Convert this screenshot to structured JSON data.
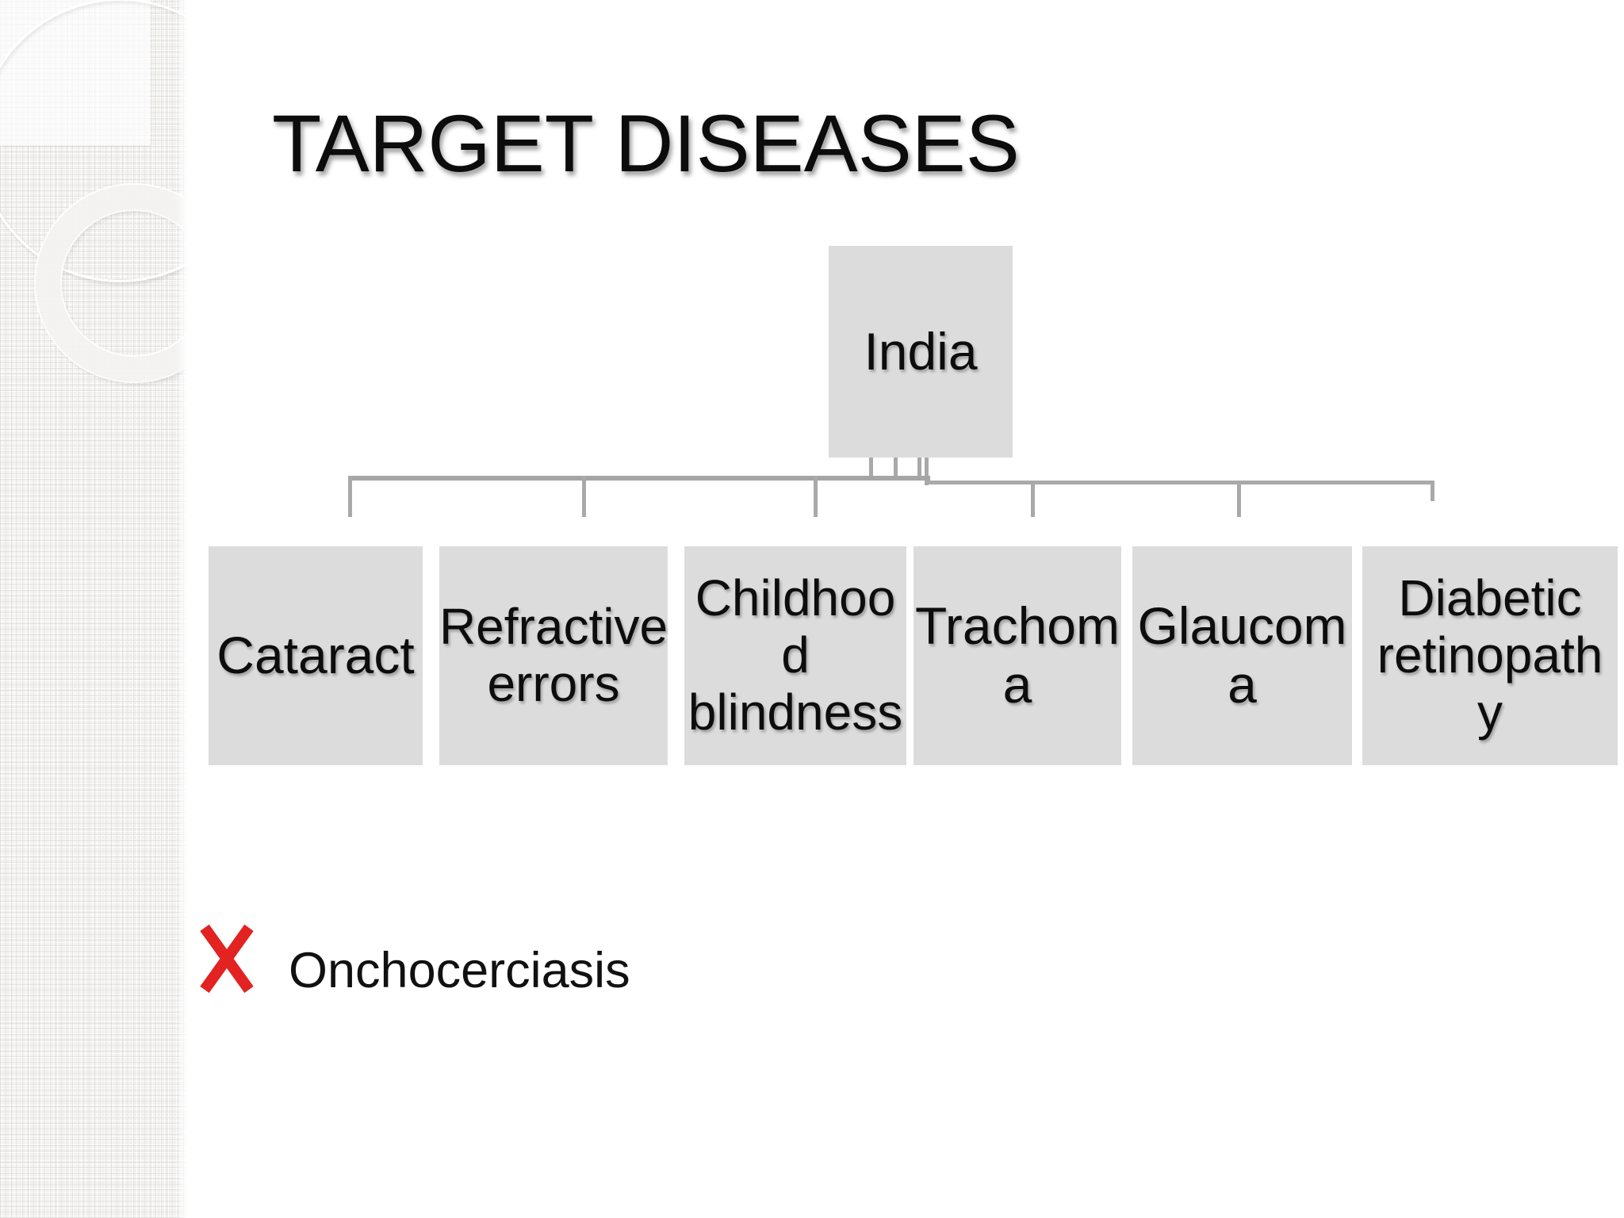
{
  "slide": {
    "title": "TARGET DISEASES"
  },
  "org_chart": {
    "root": {
      "label": "India"
    },
    "children": [
      {
        "label": "Cataract",
        "lines": [
          "Cataract"
        ]
      },
      {
        "label": "Refractive errors",
        "lines": [
          "Refractive",
          "errors"
        ]
      },
      {
        "label": "Childhood blindness",
        "lines": [
          "Childhoo",
          "d",
          "blindness"
        ]
      },
      {
        "label": "Trachoma",
        "lines": [
          "Trachom",
          "a"
        ]
      },
      {
        "label": "Glaucoma",
        "lines": [
          "Glaucom",
          "a"
        ]
      },
      {
        "label": "Diabetic retinopathy",
        "lines": [
          "Diabetic",
          "retinopath",
          "y"
        ]
      }
    ]
  },
  "excluded": {
    "label": "Onchocerciasis",
    "icon": "red-x-mark"
  },
  "colors": {
    "node_fill": "#dcdcdc",
    "connector": "#a9a9a9",
    "x_mark": "#e32222",
    "title_text": "#0c0c0c",
    "sidebar_bg": "#f1f0ef"
  }
}
